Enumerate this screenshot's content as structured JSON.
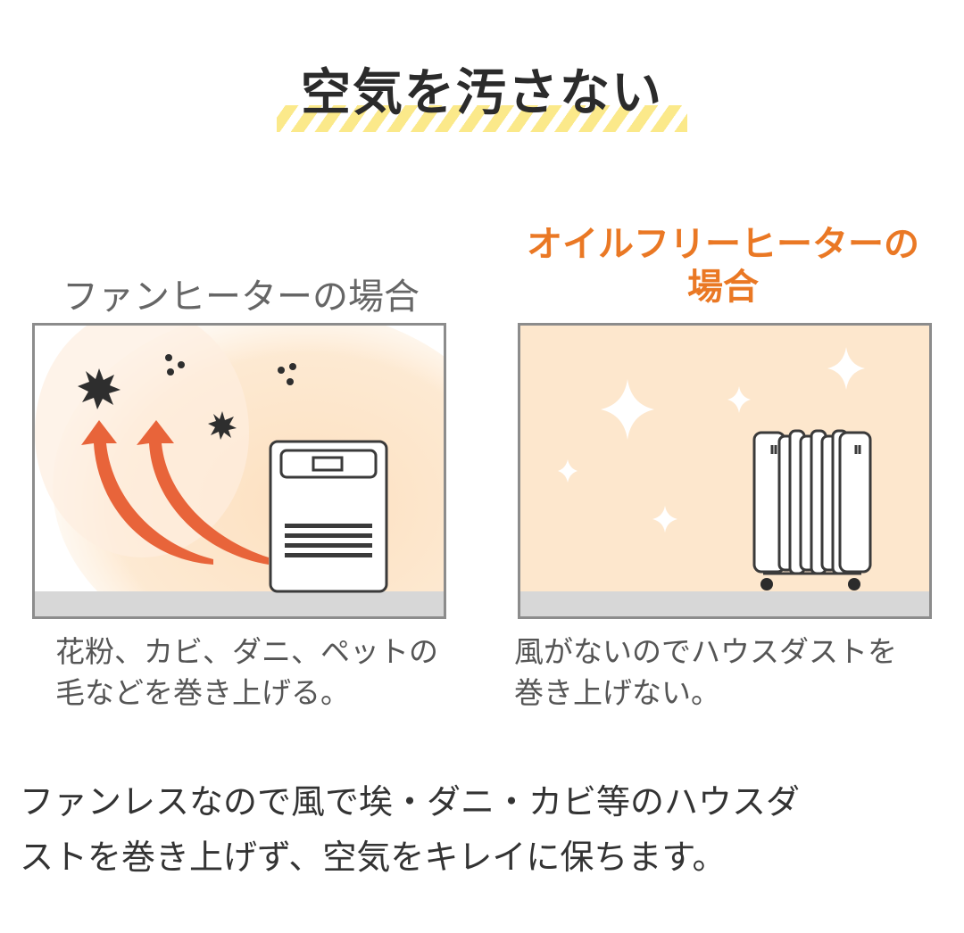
{
  "title": "空気を汚さない",
  "left": {
    "heading": "ファンヒーターの場合",
    "caption_line1": "花粉、カビ、ダニ、ペットの",
    "caption_line2": "毛などを巻き上げる。"
  },
  "right": {
    "heading_line1": "オイルフリーヒーターの",
    "heading_line2": "場合",
    "caption_line1": "風がないのでハウスダストを",
    "caption_line2": "巻き上げない。"
  },
  "summary": {
    "line1": "ファンレスなので風で埃・ダニ・カビ等のハウスダ",
    "line2": "ストを巻き上げず、空気をキレイに保ちます。"
  },
  "colors": {
    "accent_orange": "#ea7824",
    "stripe_yellow": "#fbe98a",
    "panel_beige": "#fde7cd",
    "arrow_orange": "#e8643a"
  }
}
